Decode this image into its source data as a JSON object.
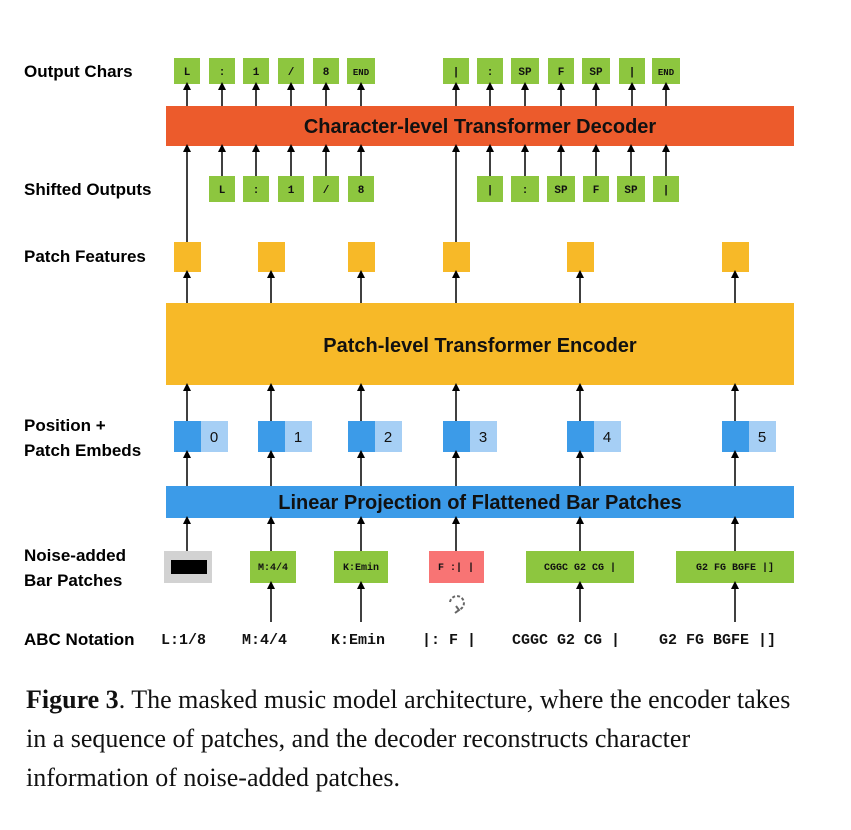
{
  "labels": {
    "output_chars": "Output Chars",
    "shifted_outputs": "Shifted Outputs",
    "patch_features": "Patch Features",
    "position_line1": "Position +",
    "position_line2": "Patch Embeds",
    "noise_line1": "Noise-added",
    "noise_line2": "Bar Patches",
    "abc": "ABC Notation"
  },
  "bands": {
    "decoder": "Character-level Transformer Decoder",
    "encoder": "Patch-level Transformer Encoder",
    "projection": "Linear Projection of Flattened Bar Patches"
  },
  "output_chars": {
    "group1": [
      "L",
      ":",
      "1",
      "/",
      "8",
      "END"
    ],
    "group2": [
      "|",
      ":",
      "SP",
      "F",
      "SP",
      "|",
      "END"
    ]
  },
  "shifted_outputs": {
    "group1": [
      "L",
      ":",
      "1",
      "/",
      "8"
    ],
    "group2": [
      "|",
      ":",
      "SP",
      "F",
      "SP",
      "|"
    ]
  },
  "positions": [
    "0",
    "1",
    "2",
    "3",
    "4",
    "5"
  ],
  "noise_patches": [
    "",
    "M:4/4",
    "K:Emin",
    "F :| |",
    "CGGC G2 CG |",
    "G2 FG BGFE |]"
  ],
  "abc_notation": [
    "L:1/8",
    "M:4/4",
    "K:Emin",
    "|: F |",
    "CGGC G2 CG |",
    "G2 FG BGFE |]"
  ],
  "caption": {
    "figure": "Figure 3",
    "text": ". The masked music model architecture, where the encoder takes in a sequence of patches, and the decoder reconstructs character information of noise-added patches."
  },
  "colors": {
    "green": "#8DC63F",
    "decoder": "#EC5B2C",
    "encoder": "#F7B928",
    "projection": "#3C9BE8",
    "pos_light": "#A6CFF5",
    "masked_patch": "#F87474",
    "gray_patch": "#D2D2D2"
  }
}
